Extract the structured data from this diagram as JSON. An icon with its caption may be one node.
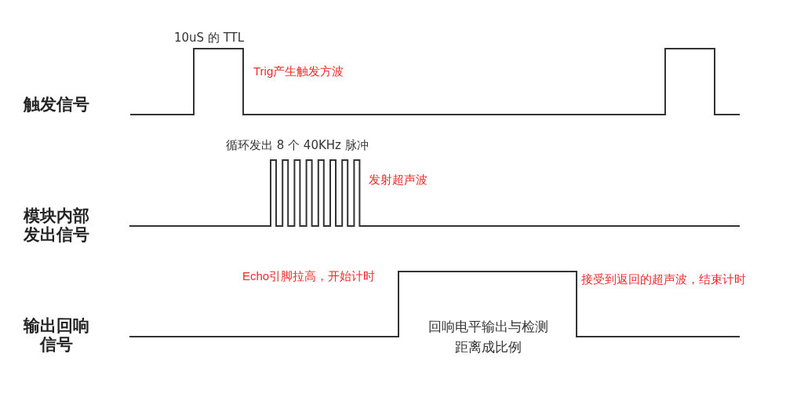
{
  "diagram": {
    "labels": [
      "10uS 的 TTL",
      "Trig产生触发方波",
      "触发信号",
      "循环发出 8 个 40KHz 脉冲",
      "发射超声波",
      "模块内部发出信号",
      "Echo引脚拉高，开始计时",
      "接受到返回的超声波，结束计时",
      "输出回响信号",
      "回响电平输出与检测距离成比例"
    ]
  }
}
